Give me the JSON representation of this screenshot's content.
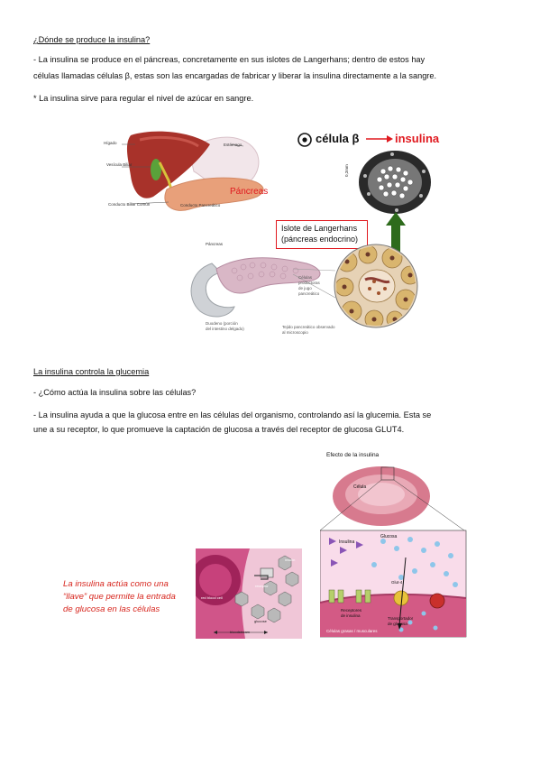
{
  "section1": {
    "heading": "¿Dónde se produce la insulina?",
    "para1_line1": "- La insulina se produce en el páncreas, concretamente en sus islotes de Langerhans; dentro de estos hay",
    "para1_line2": "células llamadas células β,  estas son las encargadas de fabricar y liberar la insulina directamente a la sangre.",
    "para2": "* La insulina sirve para regular el nivel de azúcar en sangre."
  },
  "figure1": {
    "liver_labels": {
      "higado": "Hígado",
      "estomago": "Estómago",
      "vesicula": "Vesícula Biliar",
      "conducto_biliar": "Conducto Biliar Común",
      "conducto_pancreatico": "Conducto Pancreático",
      "pancreas": "Páncreas"
    },
    "beta_cell_label": "célula β",
    "insulin_label": "insulina",
    "scale_label": "0,2mm",
    "islet_box_line1": "Islote de Langerhans",
    "islet_box_line2": "(páncreas endocrino)",
    "pancreas_small": "Páncreas",
    "duodeno_line1": "Duodeno (porción",
    "duodeno_line2": "del intestino delgado)",
    "celulas_line1": "Células",
    "celulas_line2": "productoras",
    "celulas_line3": "de jugo",
    "celulas_line4": "pancreático",
    "tejido_line1": "Tejido pancreático observado",
    "tejido_line2": "al microscopio"
  },
  "section2": {
    "heading": "La insulina controla la glucemia",
    "question": "- ¿Cómo actúa la insulina sobre las células?",
    "para_line1": "- La insulina ayuda a que la glucosa entre en las células del organismo, controlando así la glucemia.  Esta se",
    "para_line2": "une a su receptor, lo que promueve la captación de glucosa a través del receptor de glucosa GLUT4."
  },
  "figure2": {
    "caption_line1": "La insulina actúa como una",
    "caption_line2": "“llave” que permite la entrada",
    "caption_line3": "de glucosa en las células",
    "key_labels": {
      "insulin": "insulin",
      "receptor": "receptor",
      "red_blood_cell": "red blood cell",
      "glucose": "glucose",
      "bloodstream": "bloodstream"
    },
    "effect_title": "Efecto de la insulina",
    "celula": "Célula",
    "insulina": "Insulina",
    "glucosa": "Glucosa",
    "glut4": "Glut-4",
    "receptor_line1": "Receptores",
    "receptor_line2": "de insulina",
    "transportador_line1": "Transportador",
    "transportador_line2": "de glucosa",
    "celulas_grasas": "Células grasas / musculares"
  },
  "colors": {
    "accent_red": "#e0191f",
    "caption_red": "#d7261e",
    "arrow_green": "#2e6b1c",
    "liver": "#a8322a",
    "pancreas": "#e8a07a"
  }
}
